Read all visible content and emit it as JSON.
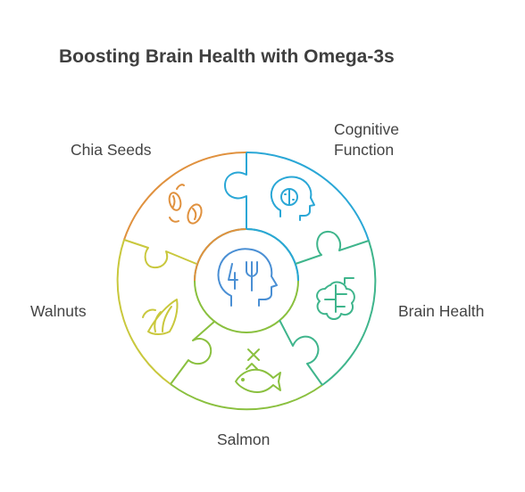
{
  "title": "Boosting Brain Health with Omega-3s",
  "segments": [
    {
      "label_lines": [
        "Cognitive",
        "Function"
      ],
      "color": "#2aa7d6",
      "icon": "head-brain-icon"
    },
    {
      "label_lines": [
        "Brain Health"
      ],
      "color": "#3fb58c",
      "icon": "brain-icon"
    },
    {
      "label_lines": [
        "Salmon"
      ],
      "color": "#8ac03f",
      "icon": "fish-icon"
    },
    {
      "label_lines": [
        "Walnuts"
      ],
      "color": "#c9c83d",
      "icon": "shell-icon"
    },
    {
      "label_lines": [
        "Chia Seeds"
      ],
      "color": "#e0913e",
      "icon": "seeds-icon"
    }
  ],
  "center": {
    "icon": "head-fork-icon",
    "color": "#4a8fd4"
  }
}
